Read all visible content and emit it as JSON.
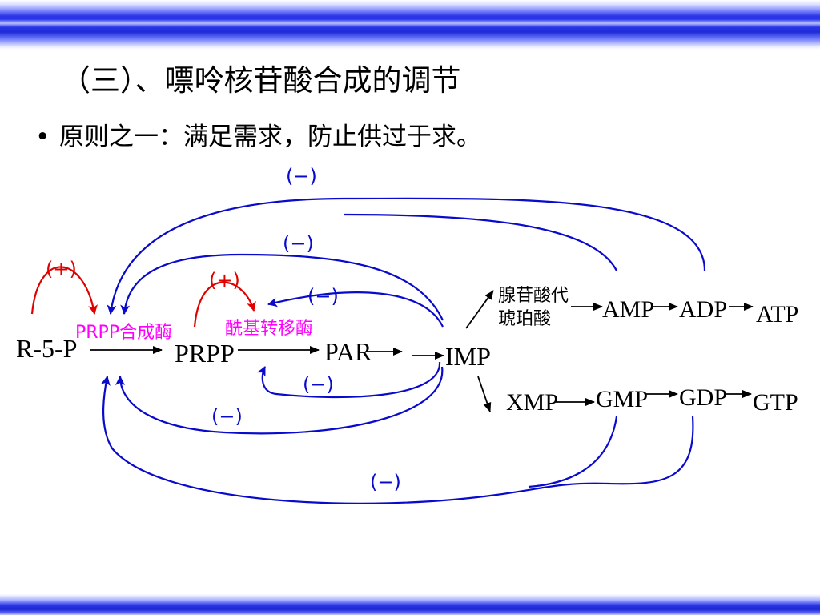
{
  "slide": {
    "title": "（三）、嘌呤核苷酸合成的调节",
    "bullet": "原则之一：满足需求，防止供过于求。",
    "bullet_marker": "•"
  },
  "diagram": {
    "nodes": {
      "r5p": "R-5-P",
      "prpp": "PRPP",
      "par": "PAR",
      "imp": "IMP",
      "amp": "AMP",
      "adp": "ADP",
      "atp": "ATP",
      "xmp": "XMP",
      "gmp": "GMP",
      "gdp": "GDP",
      "gtp": "GTP"
    },
    "intermediate_line1": "腺苷酸代",
    "intermediate_line2": "琥珀酸",
    "enzyme_prpp": "PRPP合成酶",
    "enzyme_amido": "酰基转移酶",
    "plus_sign": "(+)",
    "minus_sign": "(−)"
  },
  "colors": {
    "band": "#2a35e8",
    "inhibition": "#0a0acc",
    "activation": "#e00000",
    "enzyme_text": "#ff00ff"
  }
}
